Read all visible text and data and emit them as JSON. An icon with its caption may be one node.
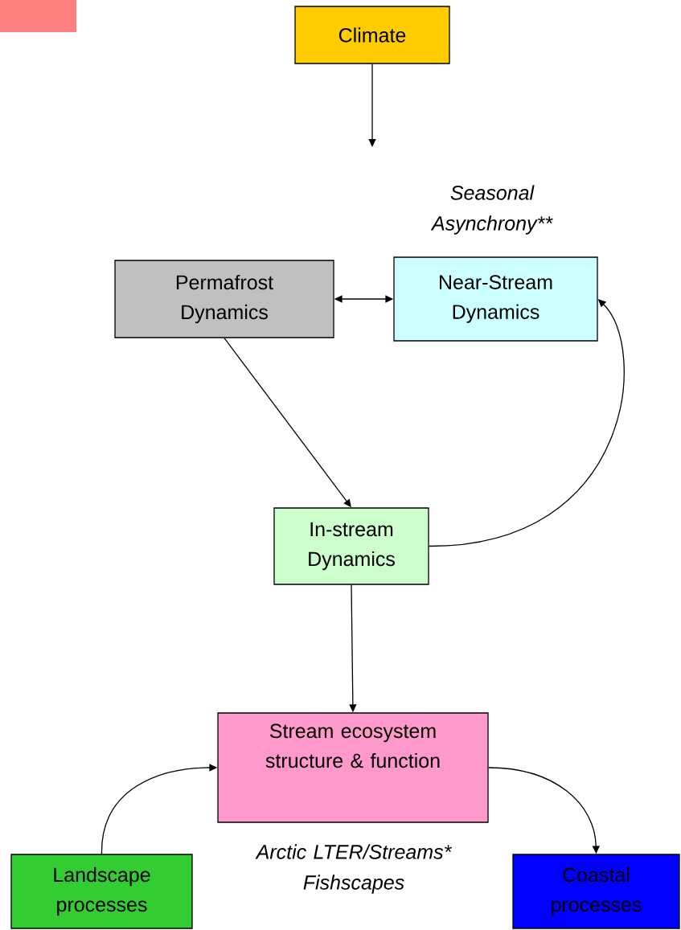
{
  "diagram": {
    "nodes": [
      {
        "text": [
          "Climate"
        ]
      },
      {
        "text": [
          "Permafrost Dynamics"
        ]
      },
      {
        "text": [
          "Near-Stream Dynamics"
        ]
      },
      {
        "text": [
          "In-stream Dynamics"
        ]
      },
      {
        "text": [
          "Stream ecosystem structure & function"
        ]
      },
      {
        "text": [
          "Landscape processes"
        ]
      },
      {
        "text": [
          "Coastal processes"
        ]
      },
      {
        "text": [],
        "shape": "box"
      }
    ],
    "edges": [
      {
        "from": 0,
        "to": null,
        "arrow": "to"
      },
      {
        "from": 1,
        "to": 2,
        "arrow": "both"
      },
      {
        "from": 1,
        "to": 3,
        "arrow": "to"
      },
      {
        "from": 3,
        "to": 2,
        "arrow": "to"
      },
      {
        "from": 3,
        "to": 4,
        "arrow": "to"
      },
      {
        "from": 5,
        "to": 4,
        "arrow": "to"
      },
      {
        "from": 4,
        "to": 6,
        "arrow": "to"
      }
    ],
    "labels": [
      "Seasonal Asynchrony**",
      "Arctic LTER/Streams* Fishscapes"
    ]
  }
}
